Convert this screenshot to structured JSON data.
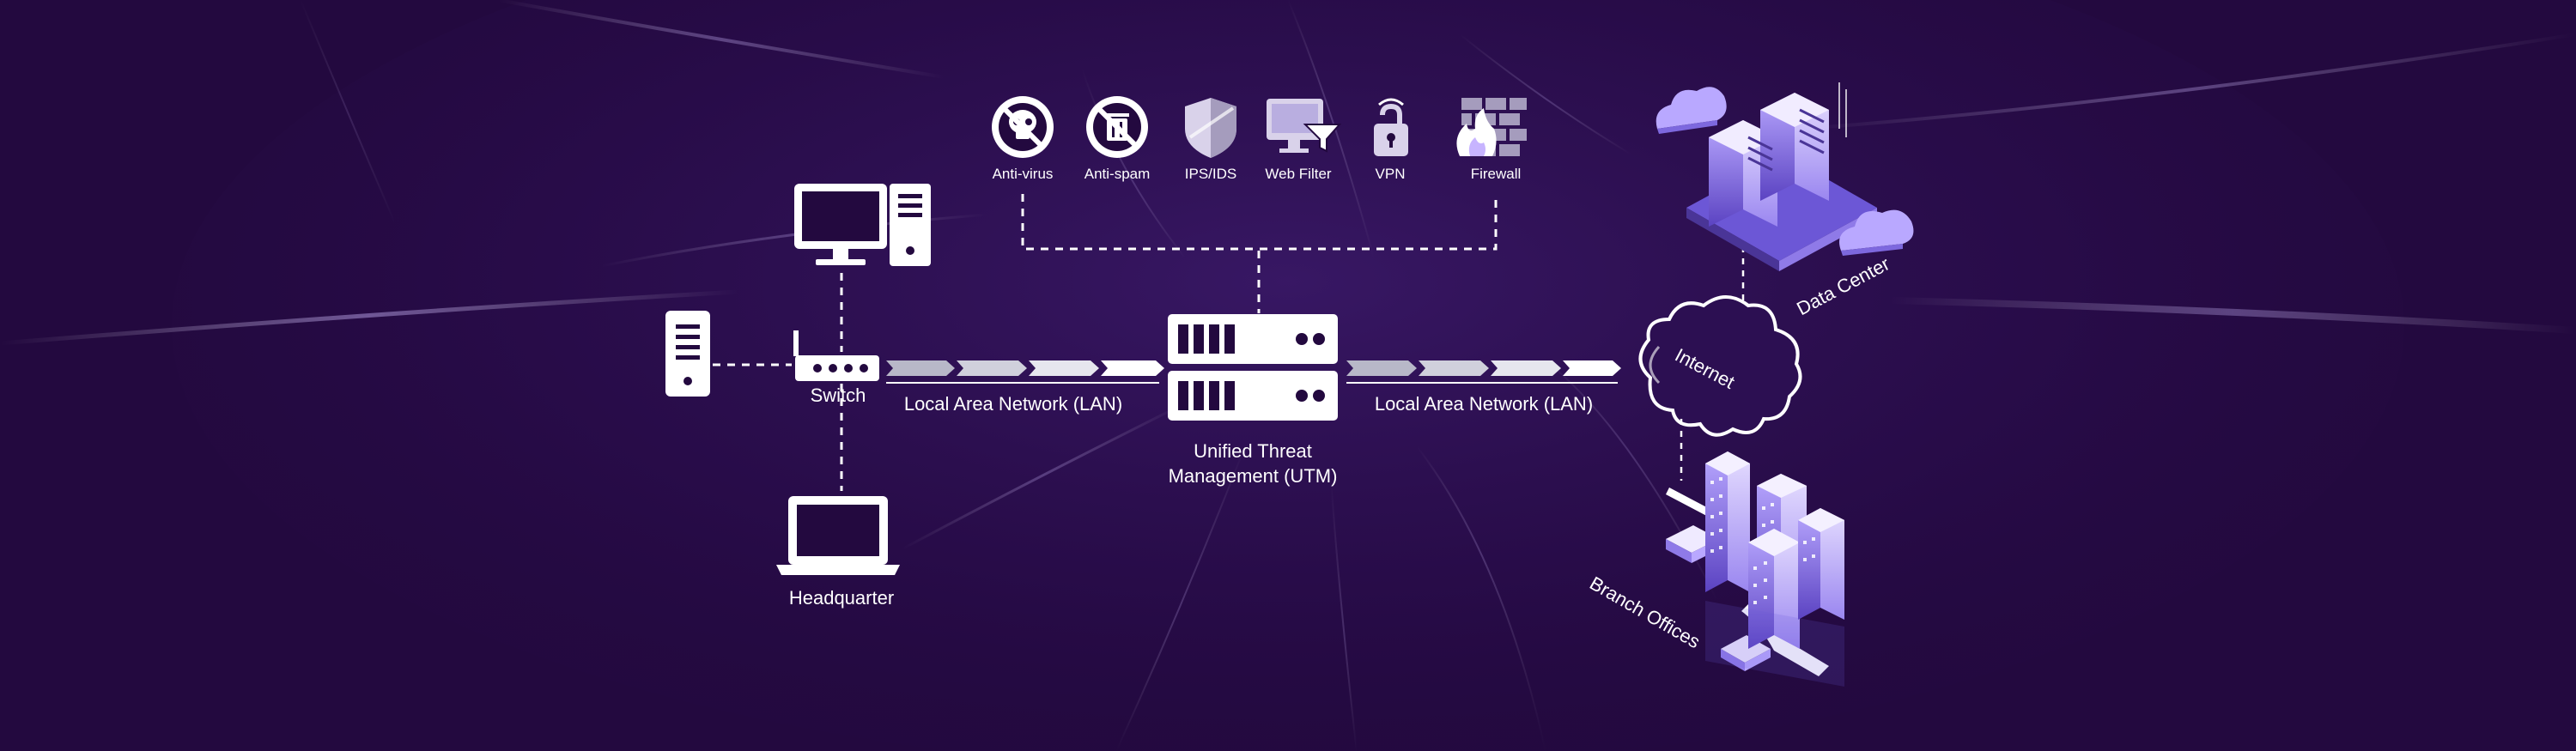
{
  "colors": {
    "background": "#23093f",
    "background_glow": "#3b1a66",
    "accent": "#b9a3ff",
    "iso_light": "#d8ceff",
    "iso_mid": "#8f7ae8",
    "iso_dark": "#4a3597",
    "white": "#ffffff"
  },
  "security_services": [
    {
      "label": "Anti-virus",
      "icon": "no-skull-icon"
    },
    {
      "label": "Anti-spam",
      "icon": "no-trash-icon"
    },
    {
      "label": "IPS/IDS",
      "icon": "shield-icon"
    },
    {
      "label": "Web Filter",
      "icon": "monitor-filter-icon"
    },
    {
      "label": "VPN",
      "icon": "padlock-wifi-icon"
    },
    {
      "label": "Firewall",
      "icon": "brick-wall-flame-icon"
    }
  ],
  "headquarter": {
    "label": "Headquarter",
    "switch_label": "Switch"
  },
  "lan_left_label": "Local Area Network (LAN)",
  "lan_right_label": "Local Area Network (LAN)",
  "utm": {
    "label_line1": "Unified Threat",
    "label_line2": "Management (UTM)"
  },
  "internet_label": "Internet",
  "data_center_label": "Data Center",
  "branch_offices_label": "Branch Offices"
}
